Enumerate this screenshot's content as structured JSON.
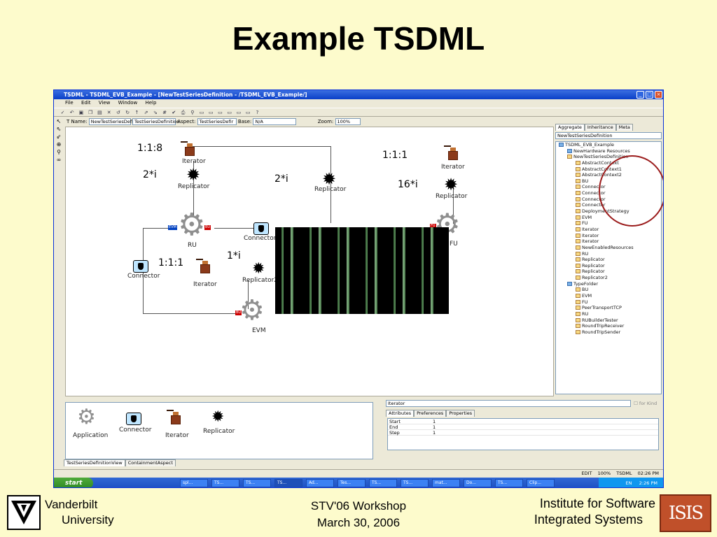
{
  "slide": {
    "title": "Example TSDML",
    "footer": {
      "university_line1": "Vanderbilt",
      "university_line2": "University",
      "conference": "STV'06 Workshop",
      "date": "March 30, 2006",
      "institute_line1": "Institute for Software",
      "institute_line2": "Integrated Systems"
    }
  },
  "window": {
    "title": "TSDML - TSDML_EVB_Example - [NewTestSeriesDefinition - /TSDML_EVB_Example/]",
    "menu": [
      "File",
      "Edit",
      "View",
      "Window",
      "Help"
    ],
    "namebar": {
      "name_label": "Name:",
      "name_value": "NewTestSeriesDefi",
      "kind_value": "TestSeriesDefinition",
      "aspect_label": "Aspect:",
      "aspect_value": "TestSeriesDefir",
      "base_label": "Base:",
      "base_value": "N/A",
      "zoom_label": "Zoom:",
      "zoom_value": "100%"
    }
  },
  "canvas": {
    "ratios": {
      "r1": "1:1:8",
      "r2": "2*i",
      "r3": "2*i",
      "r4": "1:1:1",
      "r5": "16*i",
      "r6": "1:1:1",
      "r7": "1*i"
    },
    "labels": {
      "iterator1": "Iterator",
      "replicator1": "Replicator",
      "replicator2": "Replicator",
      "iterator2": "Iterator",
      "replicator3": "Replicator",
      "ru": "RU",
      "connector1": "Connector",
      "connector_left": "Connector",
      "iterator3": "Iterator",
      "replicator4": "Replicator2",
      "evm": "EVM",
      "fu": "FU"
    },
    "ports": {
      "evm": "EVM",
      "bu": "BU",
      "evm2": "BU",
      "fu": "FU",
      "fu2": "BU"
    }
  },
  "browser": {
    "tabs": [
      "Aggregate",
      "Inheritance",
      "Meta"
    ],
    "dropdown": "NewTestSeriesDefinition",
    "tree": [
      {
        "label": "TSDML_EVB_Example",
        "indent": 0,
        "folder": true
      },
      {
        "label": "NewHardware Resources",
        "indent": 1,
        "folder": true
      },
      {
        "label": "NewTestSeriesDefinition",
        "indent": 1,
        "folder": false
      },
      {
        "label": "AbstractContext",
        "indent": 2,
        "folder": false
      },
      {
        "label": "AbstractContext1",
        "indent": 2,
        "folder": false
      },
      {
        "label": "AbstractContext2",
        "indent": 2,
        "folder": false
      },
      {
        "label": "BU",
        "indent": 2,
        "folder": false
      },
      {
        "label": "Connector",
        "indent": 2,
        "folder": false
      },
      {
        "label": "Connector",
        "indent": 2,
        "folder": false
      },
      {
        "label": "Connector",
        "indent": 2,
        "folder": false
      },
      {
        "label": "Connector",
        "indent": 2,
        "folder": false
      },
      {
        "label": "DeploymentStrategy",
        "indent": 2,
        "folder": false
      },
      {
        "label": "EVM",
        "indent": 2,
        "folder": false
      },
      {
        "label": "FU",
        "indent": 2,
        "folder": false
      },
      {
        "label": "Iterator",
        "indent": 2,
        "folder": false
      },
      {
        "label": "Iterator",
        "indent": 2,
        "folder": false
      },
      {
        "label": "Iterator",
        "indent": 2,
        "folder": false
      },
      {
        "label": "NewEnabledResources",
        "indent": 2,
        "folder": false
      },
      {
        "label": "RU",
        "indent": 2,
        "folder": false
      },
      {
        "label": "Replicator",
        "indent": 2,
        "folder": false
      },
      {
        "label": "Replicator",
        "indent": 2,
        "folder": false
      },
      {
        "label": "Replicator",
        "indent": 2,
        "folder": false
      },
      {
        "label": "Replicator2",
        "indent": 2,
        "folder": false
      },
      {
        "label": "TypeFolder",
        "indent": 1,
        "folder": true
      },
      {
        "label": "BU",
        "indent": 2,
        "folder": false
      },
      {
        "label": "EVM",
        "indent": 2,
        "folder": false
      },
      {
        "label": "FU",
        "indent": 2,
        "folder": false
      },
      {
        "label": "PeerTransportTCP",
        "indent": 2,
        "folder": false
      },
      {
        "label": "RU",
        "indent": 2,
        "folder": false
      },
      {
        "label": "RUBuilderTester",
        "indent": 2,
        "folder": false
      },
      {
        "label": "RoundTripReceiver",
        "indent": 2,
        "folder": false
      },
      {
        "label": "RoundTripSender",
        "indent": 2,
        "folder": false
      }
    ]
  },
  "palette": {
    "items": [
      "Application",
      "Connector",
      "Iterator",
      "Replicator"
    ],
    "tabs": [
      "TestSeriesDefinitionView",
      "ContainmentAspect"
    ]
  },
  "attributes": {
    "name_value": "Iterator",
    "for_kind": "for Kind",
    "tabs": [
      "Attributes",
      "Preferences",
      "Properties"
    ],
    "rows": [
      {
        "key": "Start",
        "value": "1"
      },
      {
        "key": "End",
        "value": "1"
      },
      {
        "key": "Step",
        "value": "1"
      }
    ]
  },
  "statusbar": [
    "EDIT",
    "100%",
    "TSDML",
    "02:26 PM"
  ],
  "taskbar": {
    "start": "start",
    "tasks": [
      "spl...",
      "TS...",
      "TS...",
      "TS...",
      "Ad...",
      "Tes...",
      "TS...",
      "TS...",
      "mat...",
      "Do...",
      "TS...",
      "Clip..."
    ],
    "clock": "2:26 PM",
    "lang": "EN"
  },
  "colors": {
    "background": "#fdfbcc",
    "titlebar": "#0a3fc8",
    "annotation": "#9b1c1c",
    "isis": "#c0502a"
  }
}
